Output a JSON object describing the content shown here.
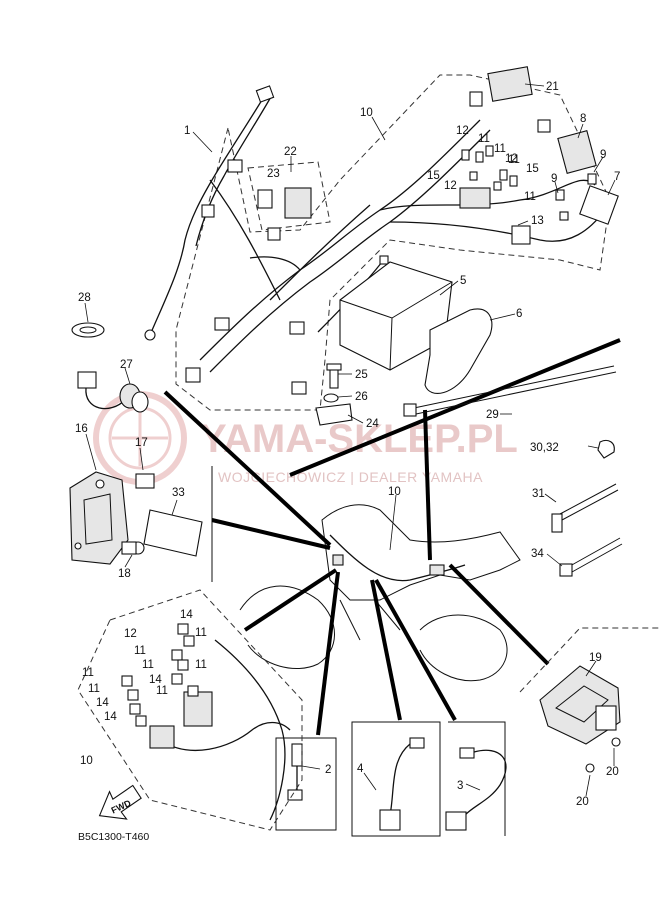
{
  "diagram": {
    "reference_code": "B5C1300-T460",
    "watermark": {
      "main": "YAMA-SKLEP.PL",
      "sub": "WOJCIECHOWICZ | DEALER YAMAHA",
      "color": "#e6bcbc"
    },
    "fwd_label": "FWD",
    "callouts": {
      "c1": "1",
      "c2": "2",
      "c3": "3",
      "c4": "4",
      "c5": "5",
      "c6": "6",
      "c7": "7",
      "c8": "8",
      "c9a": "9",
      "c9b": "9",
      "c10a": "10",
      "c10b": "10",
      "c10c": "10",
      "c11a": "11",
      "c11b": "11",
      "c11c": "11",
      "c11d": "11",
      "c11e": "11",
      "c11f": "11",
      "c11g": "11",
      "c11h": "11",
      "c11i": "11",
      "c11j": "11",
      "c11k": "11",
      "c12a": "12",
      "c12b": "12",
      "c12c": "12",
      "c12d": "12",
      "c13": "13",
      "c14a": "14",
      "c14b": "14",
      "c14c": "14",
      "c14d": "14",
      "c15a": "15",
      "c15b": "15",
      "c16": "16",
      "c17": "17",
      "c18": "18",
      "c19": "19",
      "c20a": "20",
      "c20b": "20",
      "c21": "21",
      "c22": "22",
      "c23": "23",
      "c24": "24",
      "c25": "25",
      "c26": "26",
      "c27": "27",
      "c28": "28",
      "c29": "29",
      "c30": "30,32",
      "c31": "31",
      "c33": "33",
      "c34": "34"
    }
  }
}
